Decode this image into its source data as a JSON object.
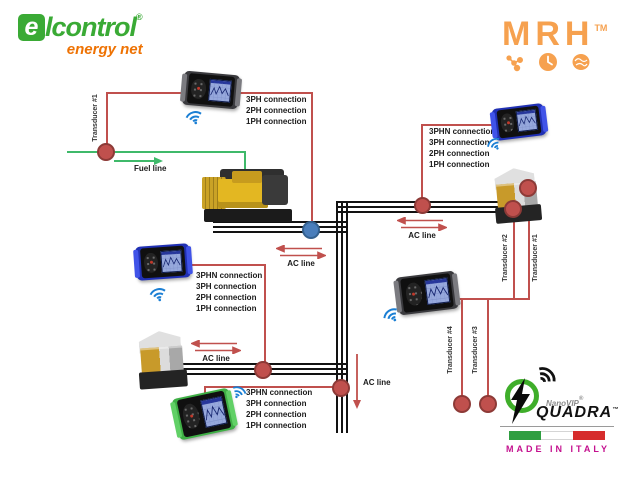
{
  "branding": {
    "elcontrol": {
      "e": "e",
      "name": "lcontrol",
      "reg": "®",
      "tagline": "energy net"
    },
    "mrh": {
      "name": "MRH",
      "tm": "TM"
    },
    "nanovip": {
      "name": "NanoVIP",
      "reg": "®",
      "model": "QUADRA",
      "tm": "™",
      "made_in": "MADE IN ITALY"
    }
  },
  "labels": {
    "fuel_line": "Fuel line",
    "ac_line": "AC line"
  },
  "transducers": {
    "left_t1": "Transducer #1",
    "right_t2": "Transducer #2",
    "right_t1": "Transducer #1",
    "mid_t4": "Transducer #4",
    "mid_t3": "Transducer #3"
  },
  "connections": {
    "genset": [
      "3PH connection",
      "2PH connection",
      "1PH connection"
    ],
    "right": [
      "3PHN connection",
      "3PH connection",
      "2PH connection",
      "1PH connection"
    ],
    "left": [
      "3PHN connection",
      "3PH connection",
      "2PH connection",
      "1PH connection"
    ],
    "bottom": [
      "3PHN connection",
      "3PH connection",
      "2PH connection",
      "1PH connection"
    ]
  },
  "icons": {
    "mrh_icons": [
      "molecule-icon",
      "clock-icon",
      "brain-icon"
    ],
    "device_signal": "wifi-icon",
    "nanovip_bolt": "lightning-bolt-icon",
    "nanovip_signal": "wireless-arcs-icon"
  },
  "colors": {
    "line_red": "#c0504d",
    "node_red": "#c0504d",
    "node_blue": "#4a7ebb",
    "fuel_green": "#3fb96a",
    "bus_black": "#121212",
    "elcontrol_green": "#3aaa35",
    "energy_net_orange": "#ee7203",
    "mrh_orange": "#f6a14f",
    "nanovip_green": "#3fae2a",
    "made_in_italy_magenta": "#c4108e"
  }
}
